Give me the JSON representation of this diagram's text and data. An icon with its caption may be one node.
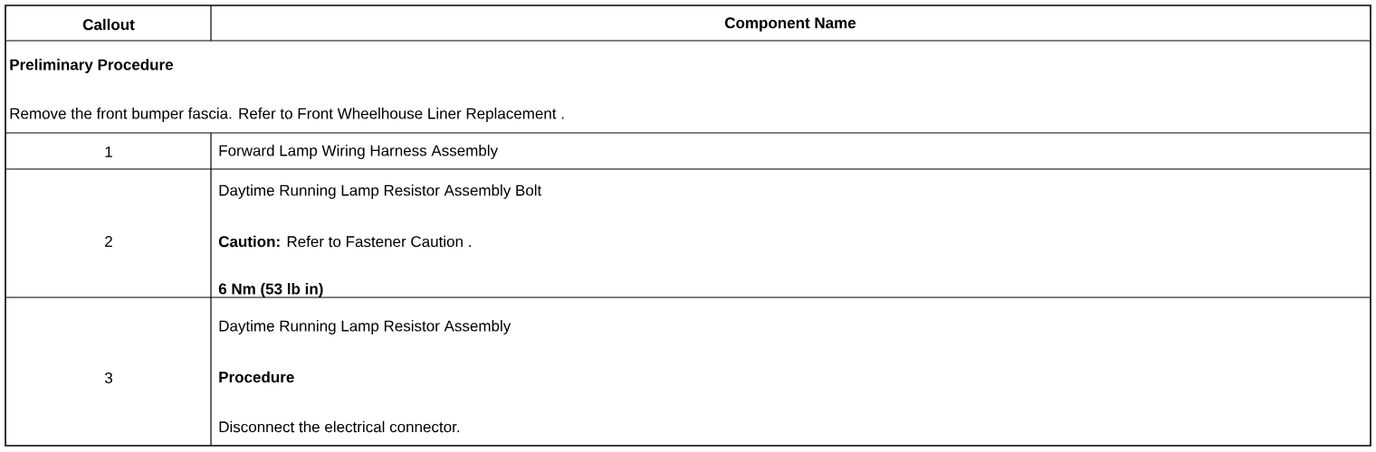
{
  "diagram": {
    "labels": [
      "Callout",
      "Component Name",
      "Preliminary Procedure",
      "Remove the front bumper fascia. Refer to Front Wheelhouse Liner Replacement .",
      "1",
      "Forward Lamp Wiring Harness Assembly",
      "2",
      "Daytime Running Lamp Resistor Assembly Bolt",
      "**Caution:** Refer to Fastener Caution .",
      "6 Nm (53 lb in)",
      "3",
      "Daytime Running Lamp Resistor Assembly",
      "Procedure",
      "Disconnect the electrical connector."
    ]
  }
}
